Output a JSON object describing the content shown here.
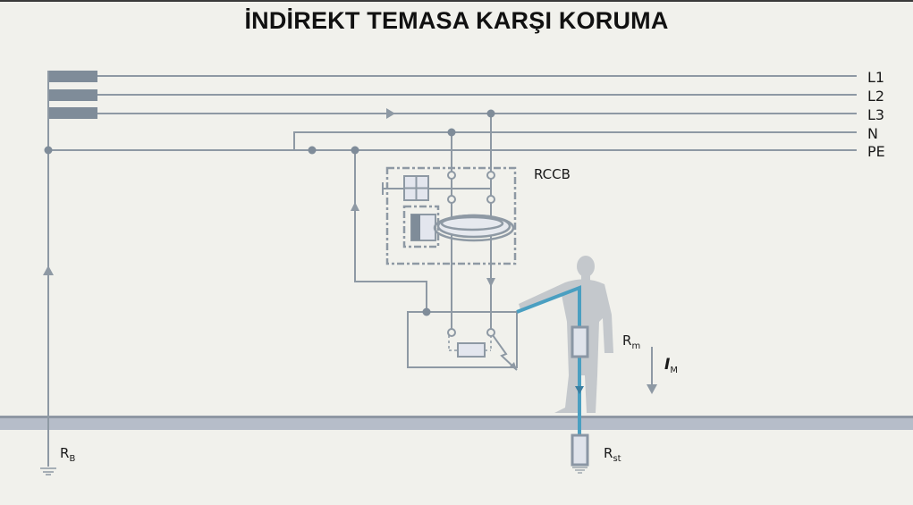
{
  "title": "İNDİREKT TEMASA KARŞI KORUMA",
  "colors": {
    "background": "#f1f1ec",
    "line": "#8e99a4",
    "bar": "#7f8c99",
    "fault_path": "#4a9fc1",
    "ground": "#b6bdc9",
    "person": "#c4c8cc"
  },
  "conductors": [
    {
      "id": "L1",
      "label": "L1"
    },
    {
      "id": "L2",
      "label": "L2"
    },
    {
      "id": "L3",
      "label": "L3"
    },
    {
      "id": "N",
      "label": "N"
    },
    {
      "id": "PE",
      "label": "PE"
    }
  ],
  "device": {
    "label": "RCCB"
  },
  "resistances": {
    "earth_system": {
      "main": "R",
      "sub": "B"
    },
    "body": {
      "main": "R",
      "sub": "m"
    },
    "standing": {
      "main": "R",
      "sub": "st"
    }
  },
  "current": {
    "main": "I",
    "sub": "M"
  }
}
